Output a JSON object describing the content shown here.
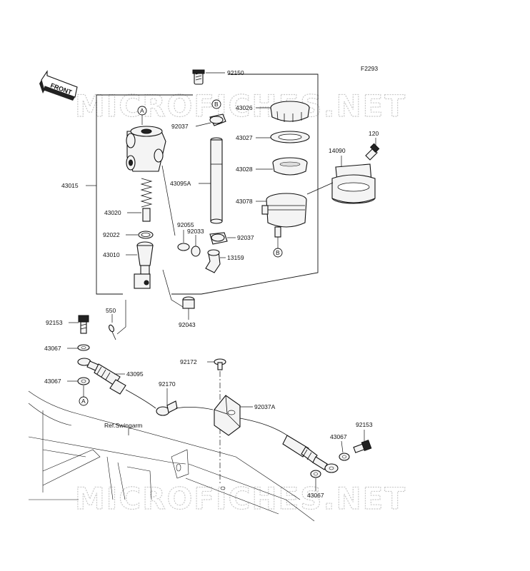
{
  "diagram_code": "F2293",
  "watermark": "MICROFICHES.NET",
  "front_label": "FRONT",
  "reference_label": "Ref.Swingarm",
  "part_labels": {
    "p92150": "92150",
    "p43026": "43026",
    "p92037_top": "92037",
    "p43027": "43027",
    "p120": "120",
    "p14090": "14090",
    "p43028": "43028",
    "p43095A": "43095A",
    "p43078": "43078",
    "p43015": "43015",
    "p43020": "43020",
    "p92055": "92055",
    "p92033": "92033",
    "p92037_mid": "92037",
    "p92022": "92022",
    "p43010": "43010",
    "p13159": "13159",
    "p550": "550",
    "p92043": "92043",
    "p92153_left": "92153",
    "p43067_left1": "43067",
    "p43067_left2": "43067",
    "p43095": "43095",
    "p92172": "92172",
    "p92170": "92170",
    "p92037A": "92037A",
    "p92153_right": "92153",
    "p43067_right1": "43067",
    "p43067_right2": "43067"
  },
  "ref_markers": {
    "a_top": "A",
    "b_top": "B",
    "b_bottom": "B",
    "a_bottom": "A"
  }
}
